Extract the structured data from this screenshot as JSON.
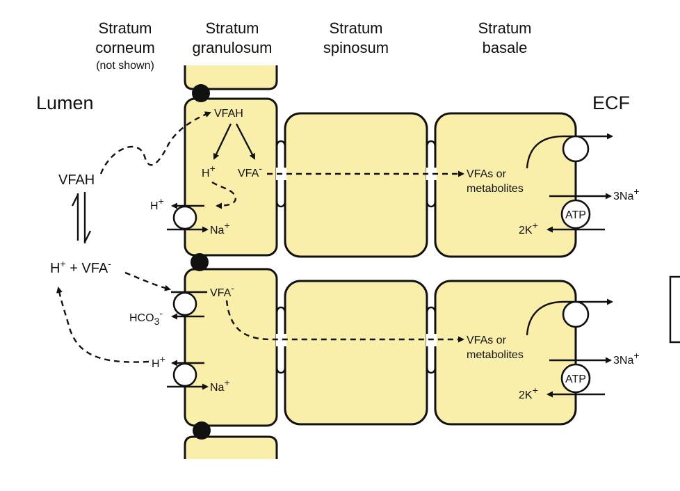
{
  "layers": {
    "corneum": {
      "line1": "Stratum",
      "line2": "corneum",
      "note": "(not shown)"
    },
    "granulosum": {
      "line1": "Stratum",
      "line2": "granulosum"
    },
    "spinosum": {
      "line1": "Stratum",
      "line2": "spinosum"
    },
    "basale": {
      "line1": "Stratum",
      "line2": "basale"
    }
  },
  "compartments": {
    "lumen": "Lumen",
    "ecf": "ECF"
  },
  "lumen_species": {
    "vfah": "VFAH",
    "dissociated": {
      "h": "H",
      "plus": "+",
      "joiner": " + VFA",
      "minus": "-"
    }
  },
  "upper_cell": {
    "vfah": "VFAH",
    "h": "H",
    "h_sup": "+",
    "vfa": "VFA",
    "vfa_sup": "-",
    "exchanger_out": "H",
    "exchanger_out_sup": "+",
    "exchanger_in": "Na",
    "exchanger_in_sup": "+",
    "metabolites_1": "VFAs or",
    "metabolites_2": "metabolites",
    "pump_out": "3Na",
    "pump_out_sup": "+",
    "pump_in": "2K",
    "pump_in_sup": "+",
    "pump_label": "ATP"
  },
  "lower_cell": {
    "vfa": "VFA",
    "vfa_sup": "-",
    "bicarb": "HCO",
    "bicarb_sub": "3",
    "bicarb_sup": "-",
    "exchanger_out": "H",
    "exchanger_out_sup": "+",
    "exchanger_in": "Na",
    "exchanger_in_sup": "+",
    "metabolites_1": "VFAs or",
    "metabolites_2": "metabolites",
    "pump_out": "3Na",
    "pump_out_sup": "+",
    "pump_in": "2K",
    "pump_in_sup": "+",
    "pump_label": "ATP"
  }
}
